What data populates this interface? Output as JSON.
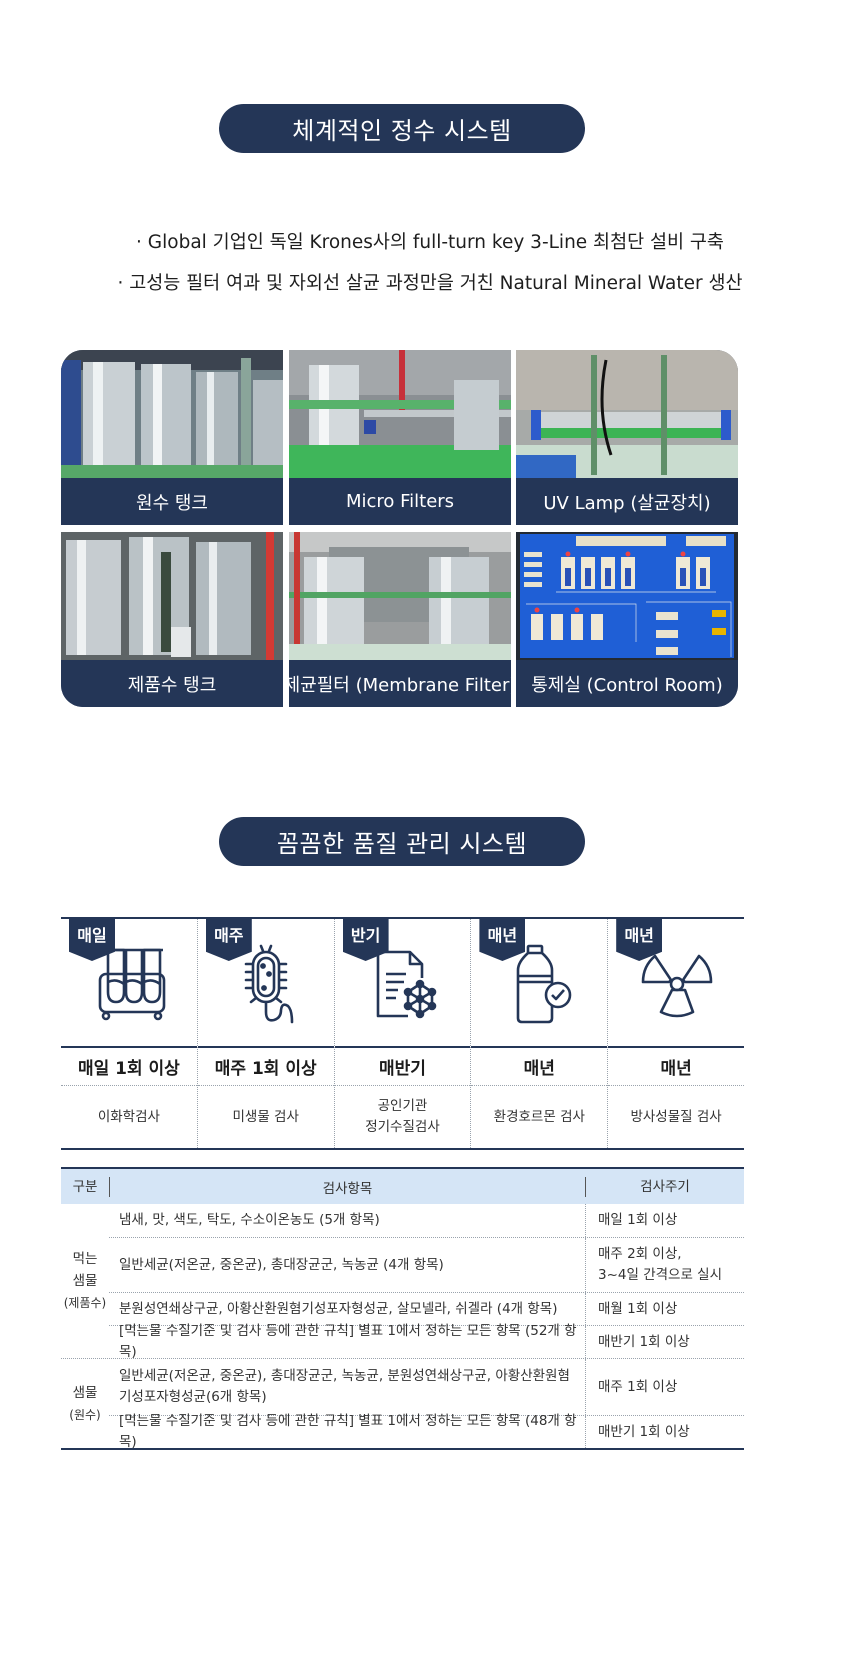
{
  "section1": {
    "title": "체계적인 정수 시스템",
    "bullets": [
      "· Global 기업인 독일 Krones사의 full-turn key 3-Line 최첨단 설비 구축",
      "· 고성능 필터 여과 및 자외선 살균 과정만을 거친 Natural Mineral Water 생산"
    ],
    "tiles": [
      {
        "label": "원수 탱크",
        "photo": "stainless-tanks"
      },
      {
        "label": "Micro Filters",
        "photo": "micro-filters"
      },
      {
        "label": "UV Lamp (살균장치)",
        "photo": "uv-lamp"
      },
      {
        "label": "제품수 탱크",
        "photo": "product-tanks"
      },
      {
        "label": "제균필터 (Membrane Filter)",
        "photo": "membrane-filter"
      },
      {
        "label": "통제실 (Control Room)",
        "photo": "control-room"
      }
    ]
  },
  "section2": {
    "title": "꼼꼼한 품질 관리 시스템",
    "schedule": [
      {
        "badge": "매일",
        "icon": "test-tubes-icon",
        "frequency": "매일 1회 이상",
        "kind": [
          "이화학검사"
        ]
      },
      {
        "badge": "매주",
        "icon": "bacteria-icon",
        "frequency": "매주 1회 이상",
        "kind": [
          "미생물 검사"
        ]
      },
      {
        "badge": "반기",
        "icon": "document-network-icon",
        "frequency": "매반기",
        "kind": [
          "공인기관",
          "정기수질검사"
        ]
      },
      {
        "badge": "매년",
        "icon": "bottle-check-icon",
        "frequency": "매년",
        "kind": [
          "환경호르몬 검사"
        ]
      },
      {
        "badge": "매년",
        "icon": "radiation-icon",
        "frequency": "매년",
        "kind": [
          "방사성물질 검사"
        ]
      }
    ],
    "table": {
      "headers": [
        "구분",
        "검사항목",
        "검사주기"
      ],
      "groups": [
        {
          "name": [
            "먹는",
            "샘물"
          ],
          "sub": "(제품수)",
          "rows": [
            {
              "item": "냄새, 맛, 색도, 탁도, 수소이온농도 (5개 항목)",
              "cycle": [
                "매일 1회 이상"
              ]
            },
            {
              "item": "일반세균(저온균, 중온균), 총대장균군, 녹농균 (4개 항목)",
              "cycle": [
                "매주 2회 이상,",
                "3~4일 간격으로 실시"
              ]
            },
            {
              "item": "분원성연쇄상구균, 아황산환원혐기성포자형성균, 살모넬라, 쉬겔라 (4개 항목)",
              "cycle": [
                "매월 1회 이상"
              ]
            },
            {
              "item": "[먹는물 수질기준 및 검사 등에 관한 규칙] 별표 1에서 정하는 모든 항목 (52개 항목)",
              "cycle": [
                "매반기 1회 이상"
              ]
            }
          ]
        },
        {
          "name": [
            "샘물"
          ],
          "sub": "(원수)",
          "rows": [
            {
              "item": "일반세균(저온균, 중온균), 총대장균군, 녹농균, 분원성연쇄상구균, 아황산환원혐기성포자형성균(6개 항목)",
              "cycle": [
                "매주 1회 이상"
              ]
            },
            {
              "item": "[먹는물 수질기준 및 검사 등에 관한 규칙] 별표 1에서 정하는 모든 항목 (48개 항목)",
              "cycle": [
                "매반기 1회 이상"
              ]
            }
          ]
        }
      ]
    }
  },
  "colors": {
    "navy": "#243657",
    "header_blue": "#d5e5f6"
  }
}
